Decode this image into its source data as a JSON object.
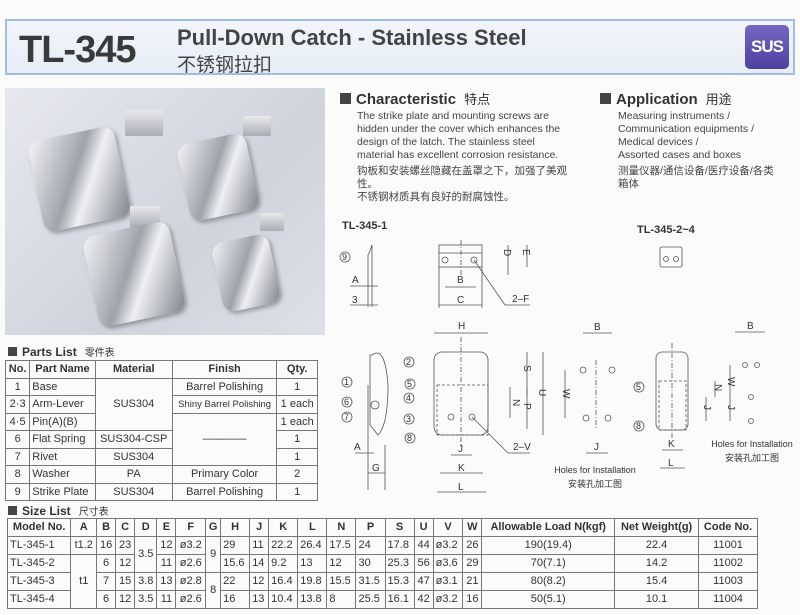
{
  "header": {
    "model": "TL-345",
    "title_en": "Pull-Down Catch - Stainless Steel",
    "title_cn": "不锈钢拉扣",
    "badge": "SUS"
  },
  "characteristic": {
    "title": "Characteristic",
    "title_cn": "特点",
    "text_en": "The strike plate and mounting screws are hidden under the cover which enhances the design of the latch. The stainless steel material has excellent corrosion resistance.",
    "text_cn_1": "钩板和安装螺丝隐藏在盖罩之下，加强了美观性。",
    "text_cn_2": "不锈钢材质具有良好的耐腐蚀性。"
  },
  "application": {
    "title": "Application",
    "title_cn": "用途",
    "lines": [
      "Measuring instruments /",
      "Communication equipments /",
      "Medical devices /",
      "Assorted cases and boxes"
    ],
    "text_cn": "测量仪器/通信设备/医疗设备/各类箱体"
  },
  "drawing": {
    "model_1": "TL-345-1",
    "model_2": "TL-345-2~4",
    "holes_en": "Holes for Installation",
    "holes_cn": "安装孔加工图",
    "l": {
      "A": "A",
      "B": "B",
      "C": "C",
      "D": "D",
      "E": "E",
      "F": "2–F",
      "G": "G",
      "H": "H",
      "J": "J",
      "K": "K",
      "L": "L",
      "N": "N",
      "P": "P",
      "S": "S",
      "U": "U",
      "V": "2–V",
      "W": "W",
      "three": "3"
    },
    "callouts": [
      "1",
      "2",
      "3",
      "4",
      "5",
      "6",
      "7",
      "8",
      "9"
    ]
  },
  "parts": {
    "title": "Parts List",
    "title_cn": "零件表",
    "columns": [
      "No.",
      "Part Name",
      "Material",
      "Finish",
      "Qty."
    ],
    "rows": [
      [
        "1",
        "Base",
        "SUS304",
        "Barrel Polishing",
        "1"
      ],
      [
        "2·3",
        "Arm-Lever",
        null,
        "Shiny Barrel Polishing",
        "1 each"
      ],
      [
        "4·5",
        "Pin(A)(B)",
        null,
        "————",
        "1 each"
      ],
      [
        "6",
        "Flat Spring",
        "SUS304-CSP",
        null,
        "1"
      ],
      [
        "7",
        "Rivet",
        "SUS304",
        null,
        "1"
      ],
      [
        "8",
        "Washer",
        "PA",
        "Primary Color",
        "2"
      ],
      [
        "9",
        "Strike Plate",
        "SUS304",
        "Barrel Polishing",
        "1"
      ]
    ]
  },
  "size": {
    "title": "Size List",
    "title_cn": "尺寸表",
    "columns": [
      "Model No.",
      "A",
      "B",
      "C",
      "D",
      "E",
      "F",
      "G",
      "H",
      "J",
      "K",
      "L",
      "N",
      "P",
      "S",
      "U",
      "V",
      "W",
      "Allowable Load N(kgf)",
      "Net Weight(g)",
      "Code No."
    ],
    "rows": [
      [
        "TL-345-1",
        "t1.2",
        "16",
        "23",
        "3.5",
        "12",
        "ø3.2",
        "9",
        "29",
        "11",
        "22.2",
        "26.4",
        "17.5",
        "24",
        "17.8",
        "44",
        "ø3.2",
        "26",
        "190(19.4)",
        "22.4",
        "11001"
      ],
      [
        "TL-345-2",
        "t1",
        "6",
        "12",
        null,
        "11",
        "ø2.6",
        null,
        "15.6",
        "14",
        "9.2",
        "13",
        "12",
        "30",
        "25.3",
        "56",
        "ø3.6",
        "29",
        "70(7.1)",
        "14.2",
        "11002"
      ],
      [
        "TL-345-3",
        null,
        "7",
        "15",
        "3.8",
        "13",
        "ø2.8",
        "8",
        "22",
        "12",
        "16.4",
        "19.8",
        "15.5",
        "31.5",
        "15.3",
        "47",
        "ø3.1",
        "21",
        "80(8.2)",
        "15.4",
        "11003"
      ],
      [
        "TL-345-4",
        null,
        "6",
        "12",
        "3.5",
        "11",
        "ø2.6",
        null,
        "16",
        "13",
        "10.4",
        "13.8",
        "8",
        "25.5",
        "16.1",
        "42",
        "ø3.2",
        "16",
        "50(5.1)",
        "10.1",
        "11004"
      ]
    ]
  },
  "colors": {
    "header_border": "#9fbde6",
    "badge": "#5b4fa8"
  }
}
